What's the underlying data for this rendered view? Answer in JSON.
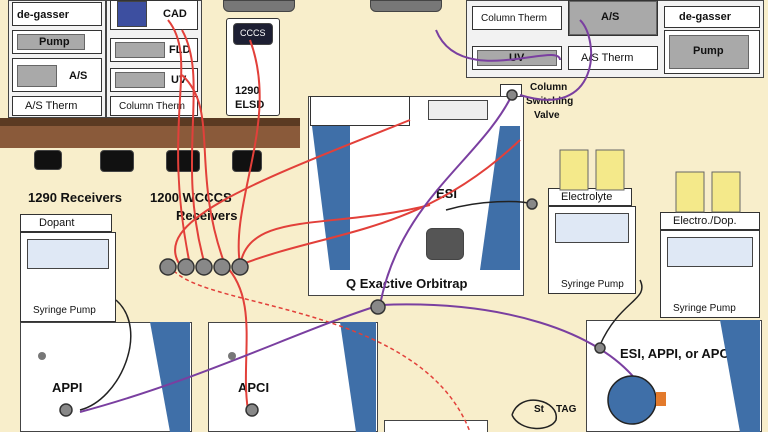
{
  "left_stack": {
    "degasser": "de-gasser",
    "pump": "Pump",
    "as": "A/S",
    "as_therm": "A/S Therm"
  },
  "middle_stack": {
    "cad": "CAD",
    "fld": "FLD",
    "uv": "UV",
    "column_therm": "Column Therm"
  },
  "elsd": {
    "brand": "CCCS",
    "line1": "1290",
    "line2": "ELSD"
  },
  "right_stack": {
    "column_therm": "Column Therm",
    "as": "A/S",
    "degasser": "de-gasser",
    "uv": "UV",
    "as_therm": "A/S Therm",
    "pump": "Pump"
  },
  "valve": {
    "line1": "Column",
    "line2": "Switching",
    "line3": "Valve"
  },
  "receivers": {
    "r1290": "1290 Receivers",
    "r1200_line1": "1200 WCCCS",
    "r1200_line2": "Receivers"
  },
  "ms": {
    "esi": "ESI",
    "label": "Q Exactive Orbitrap"
  },
  "dopant": {
    "title": "Dopant",
    "pump": "Syringe Pump"
  },
  "electrolyte": {
    "title": "Electrolyte",
    "pump": "Syringe Pump"
  },
  "electro_dop": {
    "title": "Electro./Dop.",
    "pump": "Syringe Pump"
  },
  "bottom": {
    "appi": "APPI",
    "apci": "APCI",
    "esi_appi_apci": "ESI, APPI, or APCI",
    "st": "St",
    "tag": "TAG"
  },
  "colors": {
    "background": "#f8eecb",
    "red_line": "#e2403a",
    "purple_line": "#7a3fa0",
    "black_line": "#222222",
    "ms_blue": "#3f6fa8",
    "panel_brown": "#5b3a22"
  }
}
